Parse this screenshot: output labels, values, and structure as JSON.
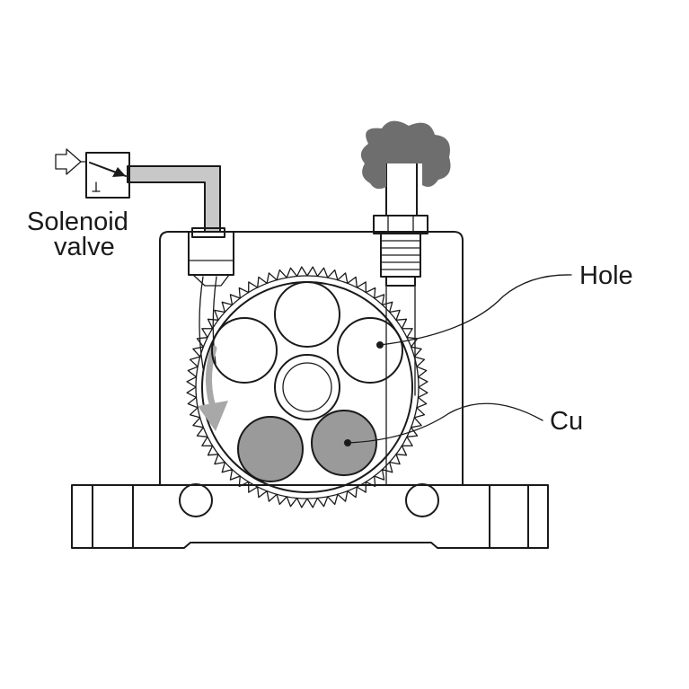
{
  "labels": {
    "solenoid_line1": "Solenoid",
    "solenoid_line2": "valve",
    "hole": "Hole",
    "cu": "Cu"
  },
  "colors": {
    "line": "#1a1a1a",
    "pipe_fill": "#c8c8c8",
    "ball_fill": "#9a9a9a",
    "exhaust_fill": "#6e6e6e",
    "flow_arrow": "#a8a8a8"
  },
  "diagram": {
    "description_parts": [
      "solenoid-valve",
      "air-inlet-pipe",
      "exhaust-fitting",
      "rotor-ring",
      "balls",
      "mounting-base"
    ],
    "gear_teeth_count": 68
  }
}
